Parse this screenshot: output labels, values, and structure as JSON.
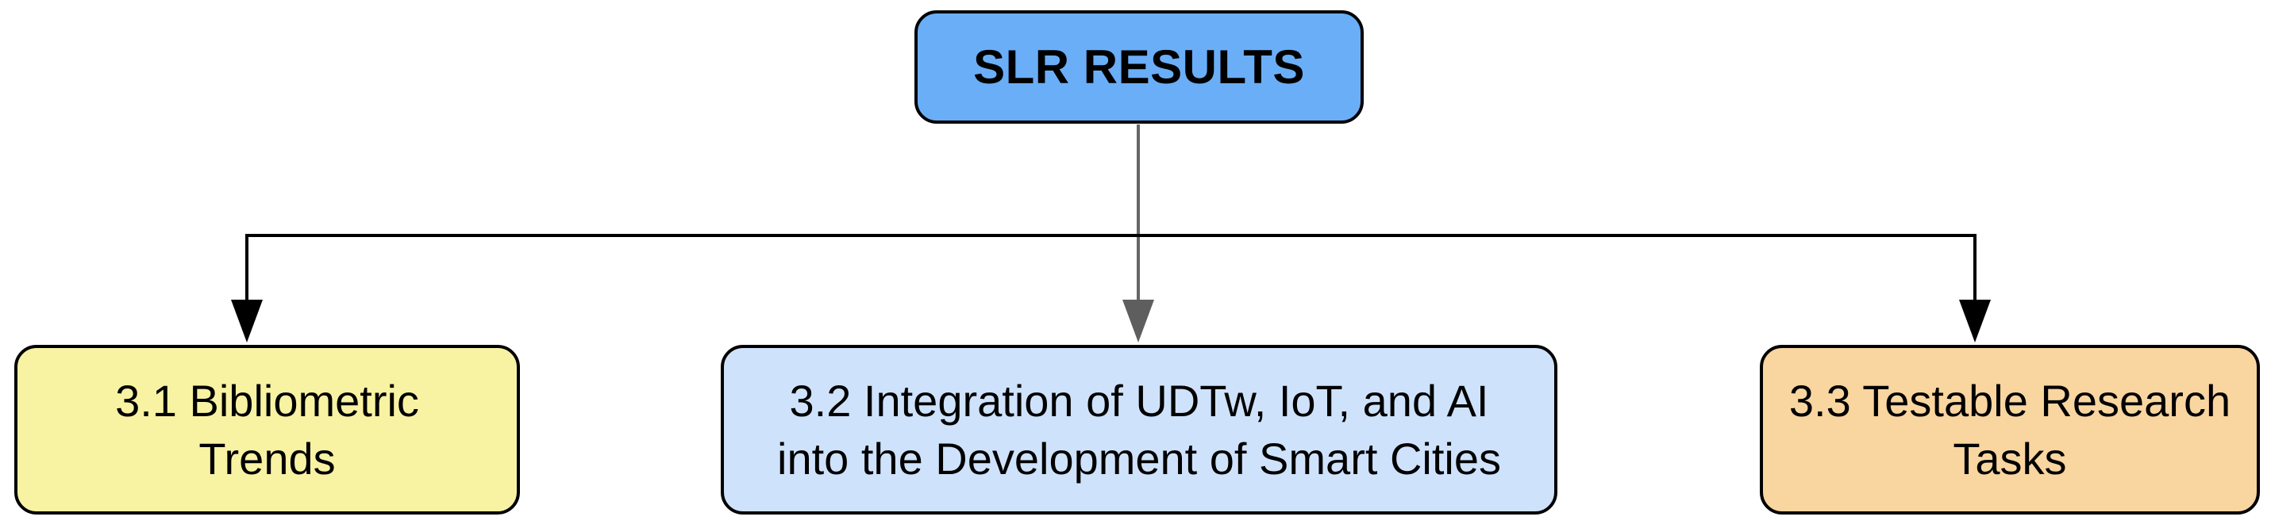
{
  "diagram": {
    "background_color": "#ffffff",
    "text_color": "#000000",
    "node_border_color": "#000000",
    "root": {
      "label": "SLR RESULTS",
      "fill": "#6AAEF8"
    },
    "children": [
      {
        "label": "3.1 Bibliometric Trends",
        "label_line1": "3.1 Bibliometric",
        "label_line2": "Trends",
        "fill": "#F8F2A3"
      },
      {
        "label": "3.2 Integration of UDTw, IoT, and AI into the Development of Smart Cities",
        "label_line1": "3.2 Integration of UDTw, IoT, and AI",
        "label_line2": "into the Development of Smart Cities",
        "fill": "#CFE2FB"
      },
      {
        "label": "3.3 Testable Research Tasks",
        "label_line1": "3.3 Testable Research",
        "label_line2": "Tasks",
        "fill": "#F9D5A0"
      }
    ],
    "connectors": {
      "middle_stem_color": "#666666",
      "middle_arrowhead_color": "#5E5E5E",
      "side_color": "#000000"
    }
  }
}
